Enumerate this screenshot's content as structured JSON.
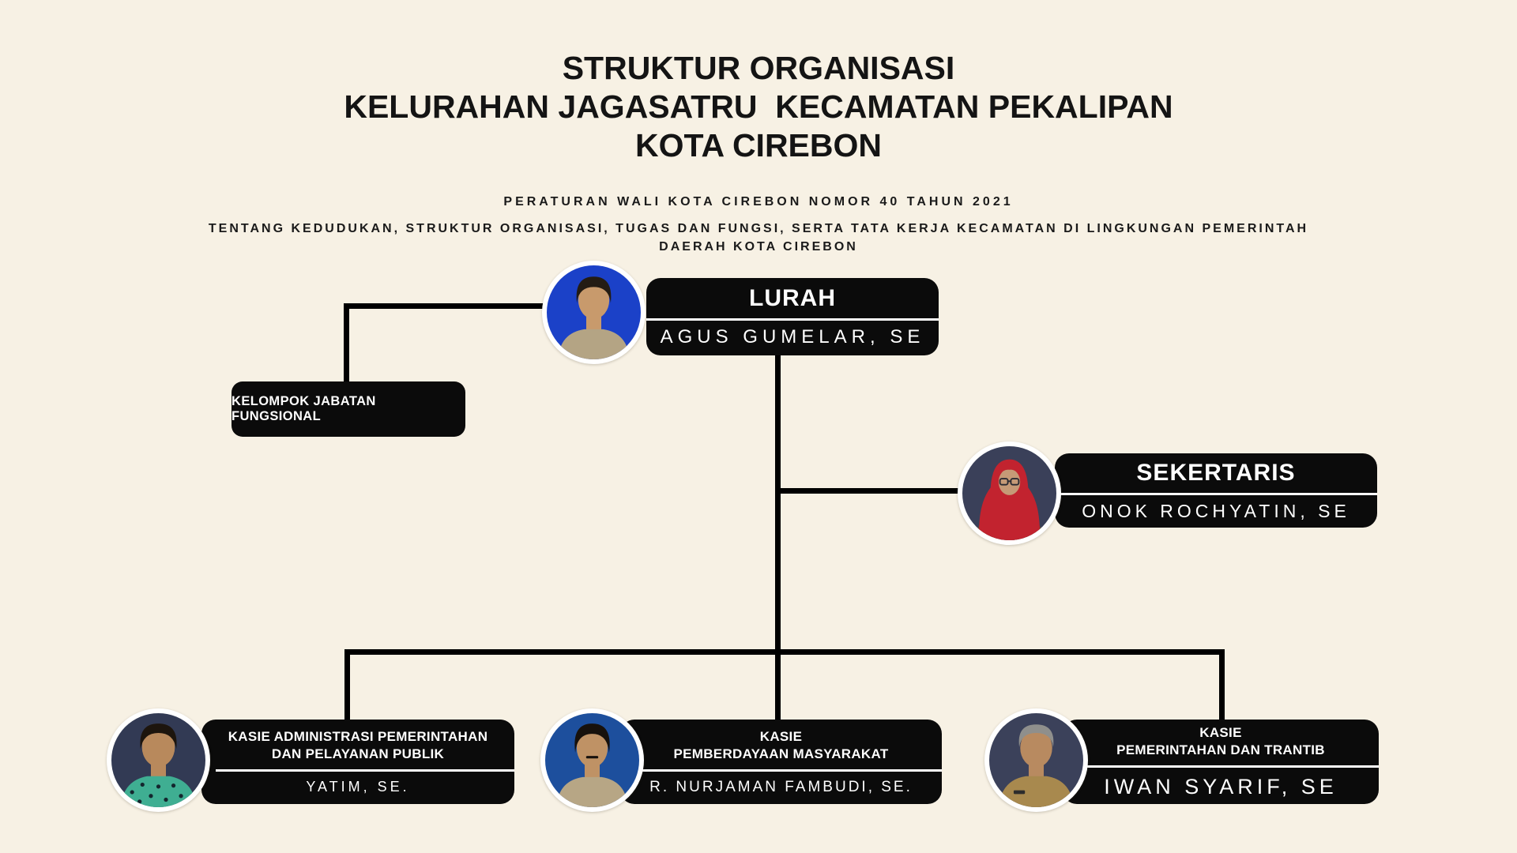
{
  "page": {
    "background": "#f7f1e4",
    "panel_color": "#0b0b0b",
    "line_color": "#000000"
  },
  "header": {
    "title_lines": {
      "0": "STRUKTUR ORGANISASI",
      "1": "KELURAHAN JAGASATRU  KECAMATAN PEKALIPAN",
      "2": "KOTA CIREBON"
    },
    "regulation_line1": "PERATURAN WALI KOTA CIREBON NOMOR 40 TAHUN 2021",
    "regulation_line2": "TENTANG KEDUDUKAN, STRUKTUR ORGANISASI, TUGAS DAN FUNGSI, SERTA TATA KERJA KECAMATAN DI LINGKUNGAN PEMERINTAH DAERAH KOTA CIREBON"
  },
  "nodes": {
    "lurah": {
      "title": "LURAH",
      "name": "AGUS GUMELAR, SE",
      "avatar": {
        "bg": "#1b41c8",
        "skin": "#c89a6c",
        "hair": "#241c14",
        "shirt": "#b4a484"
      }
    },
    "kelompok": {
      "title": "KELOMPOK JABATAN FUNGSIONAL"
    },
    "sekertaris": {
      "title": "SEKERTARIS",
      "name": "ONOK ROCHYATIN, SE",
      "avatar": {
        "bg": "#3a4059",
        "skin": "#c59a77",
        "hijab": "#c2232f",
        "shirt": "#5f4630"
      }
    },
    "kasie_admin": {
      "title_line1": "KASIE ADMINISTRASI PEMERINTAHAN",
      "title_line2": "DAN PELAYANAN PUBLIK",
      "name": "YATIM, SE.",
      "avatar": {
        "bg": "#323a54",
        "skin": "#b8895c",
        "hair": "#1d150d",
        "shirt": "#3fae92",
        "pattern": "#14262e"
      }
    },
    "kasie_pm": {
      "title_line1": "KASIE",
      "title_line2": "PEMBERDAYAAN MASYARAKAT",
      "name": "R. NURJAMAN FAMBUDI, SE.",
      "avatar": {
        "bg": "#1d4f9d",
        "skin": "#bf9265",
        "hair": "#17110c",
        "shirt": "#b7a685"
      }
    },
    "kasie_trantib": {
      "title_line1": "KASIE",
      "title_line2": "PEMERINTAHAN DAN TRANTIB",
      "name": "IWAN SYARIF, SE",
      "avatar": {
        "bg": "#3b415a",
        "skin": "#b88a60",
        "hair": "#8f8f8c",
        "shirt": "#a8894e"
      }
    }
  }
}
